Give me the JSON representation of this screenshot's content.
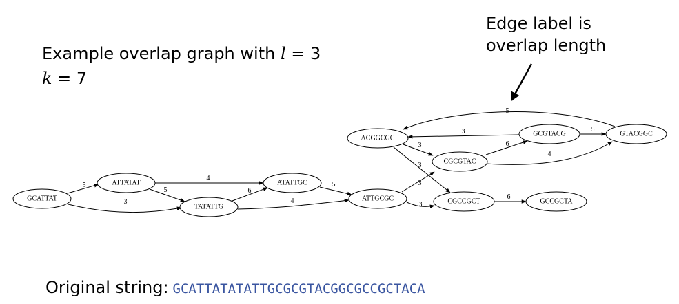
{
  "title": {
    "line1_prefix": "Example overlap graph with ",
    "l_var": "l",
    "l_rest": " = 3",
    "k_var": "k",
    "k_rest": " = 7"
  },
  "callout": {
    "line1": "Edge label is",
    "line2": "overlap length"
  },
  "original": {
    "label": "Original string:",
    "sequence": "GCATTATATATTGCGCGTACGGCGCCGCTACA"
  },
  "graph": {
    "nodes": [
      {
        "id": "GCATTAT",
        "label": "GCATTAT"
      },
      {
        "id": "ATTATAT",
        "label": "ATTATAT"
      },
      {
        "id": "TATATTG",
        "label": "TATATTG"
      },
      {
        "id": "ATATTGC",
        "label": "ATATTGC"
      },
      {
        "id": "ATTGCGC",
        "label": "ATTGCGC"
      },
      {
        "id": "ACGGCGC",
        "label": "ACGGCGC"
      },
      {
        "id": "CGCGTAC",
        "label": "CGCGTAC"
      },
      {
        "id": "CGCCGCT",
        "label": "CGCCGCT"
      },
      {
        "id": "GCGTACG",
        "label": "GCGTACG"
      },
      {
        "id": "GTACGGC",
        "label": "GTACGGC"
      },
      {
        "id": "GCCGCTA",
        "label": "GCCGCTA"
      }
    ],
    "edges": [
      {
        "from": "GCATTAT",
        "to": "ATTATAT",
        "label": "5"
      },
      {
        "from": "GCATTAT",
        "to": "TATATTG",
        "label": "3"
      },
      {
        "from": "ATTATAT",
        "to": "ATATTGC",
        "label": "4"
      },
      {
        "from": "ATTATAT",
        "to": "TATATTG",
        "label": "5"
      },
      {
        "from": "TATATTG",
        "to": "ATATTGC",
        "label": "6"
      },
      {
        "from": "TATATTG",
        "to": "ATTGCGC",
        "label": "4"
      },
      {
        "from": "ATATTGC",
        "to": "ATTGCGC",
        "label": "5"
      },
      {
        "from": "ATTGCGC",
        "to": "CGCGTAC",
        "label": "3"
      },
      {
        "from": "ATTGCGC",
        "to": "CGCCGCT",
        "label": "3"
      },
      {
        "from": "ACGGCGC",
        "to": "CGCGTAC",
        "label": "3"
      },
      {
        "from": "ACGGCGC",
        "to": "CGCCGCT",
        "label": "3"
      },
      {
        "from": "CGCGTAC",
        "to": "GCGTACG",
        "label": "6"
      },
      {
        "from": "CGCGTAC",
        "to": "GTACGGC",
        "label": "4"
      },
      {
        "from": "GCGTACG",
        "to": "ACGGCGC",
        "label": "3"
      },
      {
        "from": "GCGTACG",
        "to": "GTACGGC",
        "label": "5"
      },
      {
        "from": "GTACGGC",
        "to": "ACGGCGC",
        "label": "5"
      },
      {
        "from": "CGCCGCT",
        "to": "GCCGCTA",
        "label": "6"
      }
    ]
  }
}
